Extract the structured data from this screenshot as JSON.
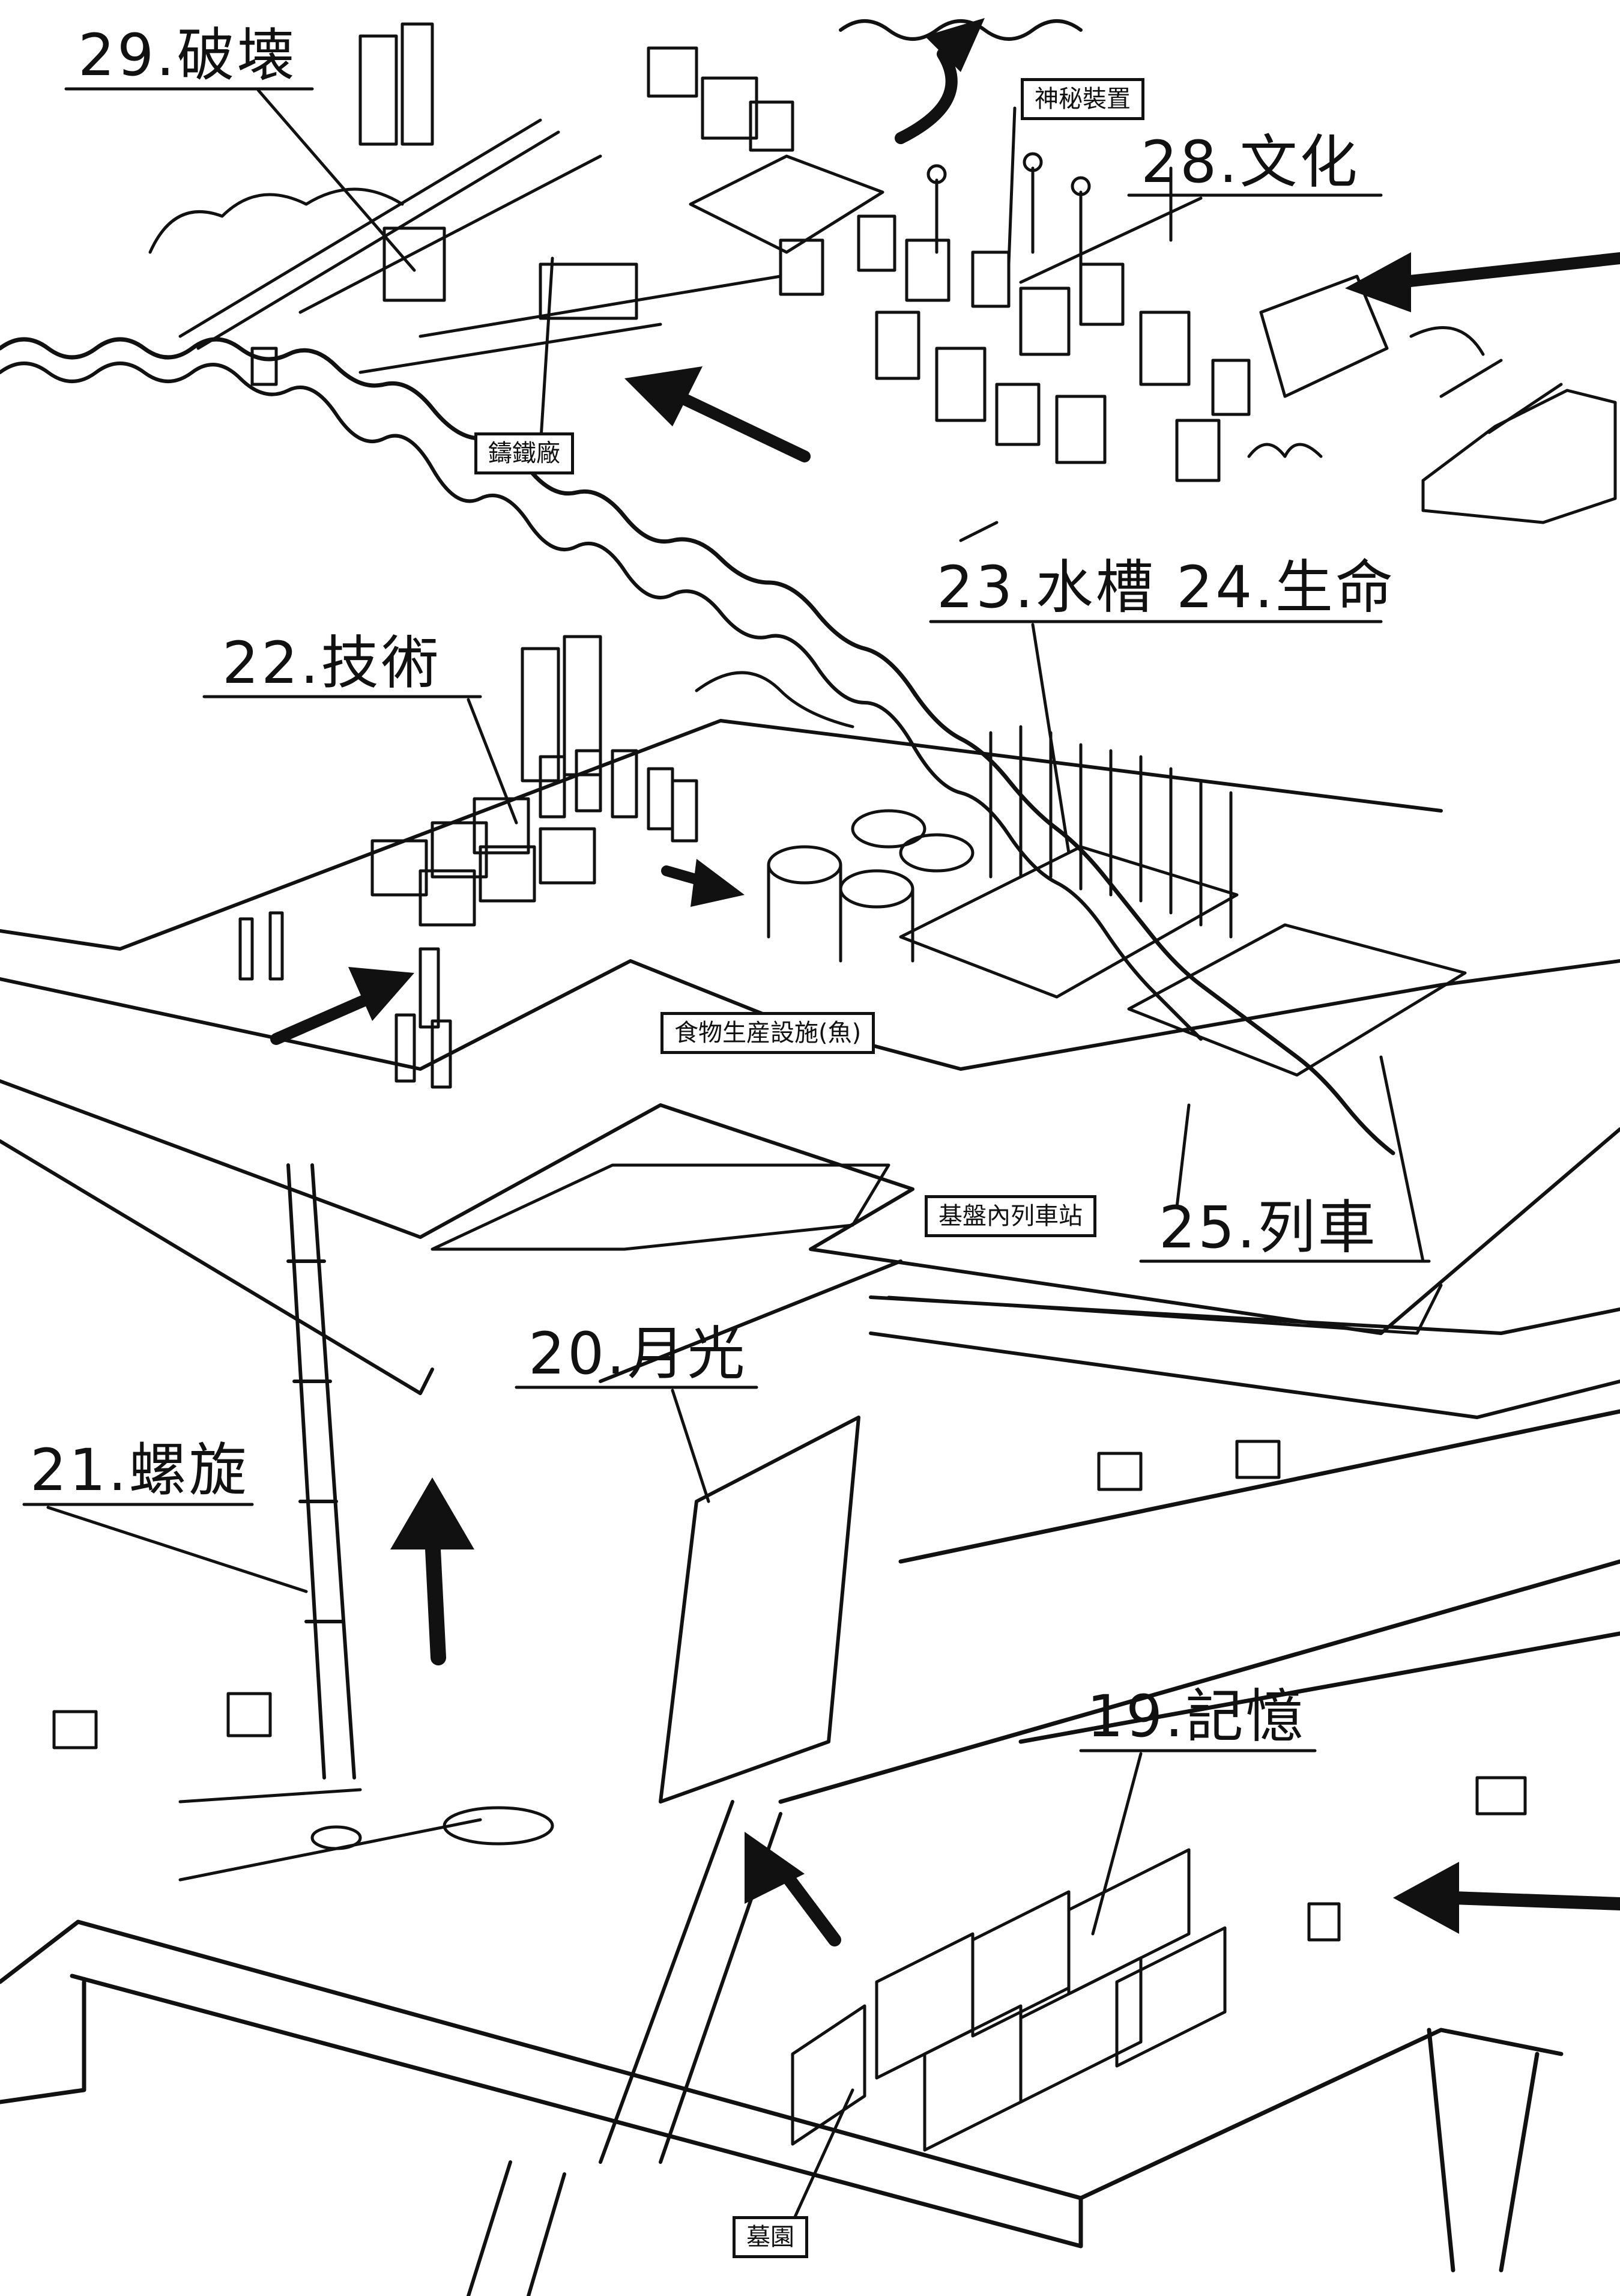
{
  "zones": [
    {
      "id": "z29",
      "label": "29.破壊"
    },
    {
      "id": "z28",
      "label": "28.文化"
    },
    {
      "id": "z23_24",
      "label": "23.水槽 24.生命"
    },
    {
      "id": "z22",
      "label": "22.技術"
    },
    {
      "id": "z25",
      "label": "25.列車"
    },
    {
      "id": "z20",
      "label": "20.月光"
    },
    {
      "id": "z21",
      "label": "21.螺旋"
    },
    {
      "id": "z19",
      "label": "19.記憶"
    }
  ],
  "facilities": [
    {
      "id": "f_steel",
      "label": "鑄鐵廠"
    },
    {
      "id": "f_device",
      "label": "神秘裝置"
    },
    {
      "id": "f_food",
      "label": "食物生産設施(魚)"
    },
    {
      "id": "f_station",
      "label": "基盤內列車站"
    },
    {
      "id": "f_cemetery",
      "label": "墓園"
    }
  ]
}
